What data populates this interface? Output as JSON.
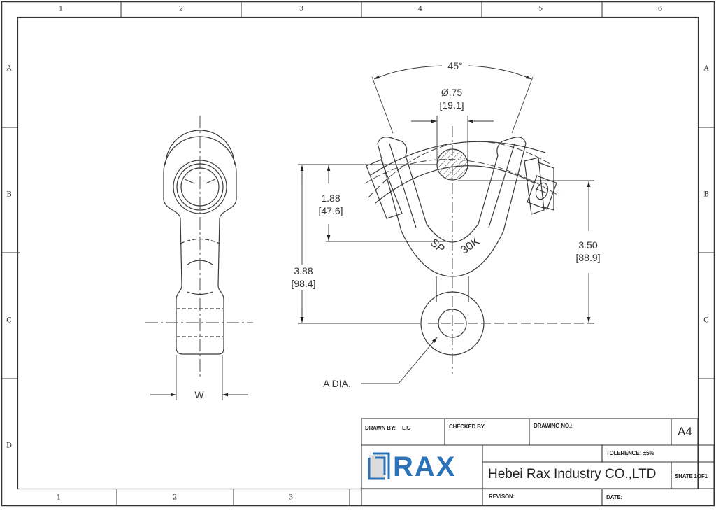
{
  "border": {
    "top_columns": [
      "1",
      "2",
      "3",
      "4",
      "5",
      "6"
    ],
    "bottom_columns": [
      "1",
      "2",
      "3"
    ],
    "left_rows": [
      "A",
      "B",
      "C",
      "D"
    ],
    "right_rows": [
      "A",
      "B",
      "C"
    ]
  },
  "drawing": {
    "subject": "Y-clevis socket eye (side view and front view)",
    "side_view": {
      "width_label": "W"
    },
    "front_view": {
      "angle_label": "45°",
      "pin_diameter": "Ø.75",
      "pin_diameter_mm": "[19.1]",
      "dim_inner_depth": "1.88",
      "dim_inner_depth_mm": "[47.6]",
      "dim_overall": "3.88",
      "dim_overall_mm": "[98.4]",
      "dim_pin_to_eye": "3.50",
      "dim_pin_to_eye_mm": "[88.9]",
      "hole_label": "A  DIA.",
      "marking_left": "SP",
      "marking_right": "30K"
    },
    "line_color": "#333333"
  },
  "title_block": {
    "drawn_by_label": "DRAWN BY:",
    "drawn_by_value": "LIU",
    "checked_by_label": "CHECKED BY:",
    "drawing_no_label": "DRAWING NO.:",
    "paper_size": "A4",
    "logo_text": "RAX",
    "logo_color": "#2b73b8",
    "tolerance_label": "TOLERENCE:",
    "tolerance_value": "±5%",
    "company": "Hebei Rax Industry CO.,LTD",
    "sheet": "SHATE 1OF1",
    "revision_label": "REVISON:",
    "date_label": "DATE:"
  }
}
